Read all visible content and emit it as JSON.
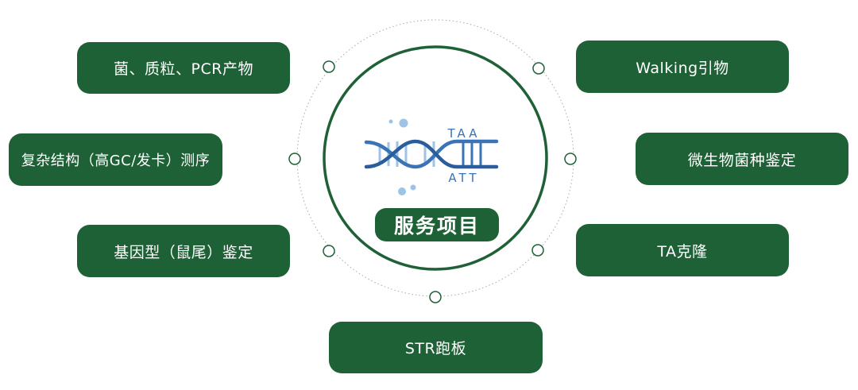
{
  "center": {
    "title": "服务项目",
    "dna_top_label": "TAA",
    "dna_bottom_label": "ATT",
    "icon": "dna-helix-icon"
  },
  "services": [
    "菌、质粒、PCR产物",
    "复杂结构（高GC/发卡）测序",
    "基因型（鼠尾）鉴定",
    "STR跑板",
    "Walking引物",
    "微生物菌种鉴定",
    "TA克隆"
  ],
  "colors": {
    "primary_green": "#1f6136",
    "ring_green": "#1f6136",
    "dna_blue": "#3a73b6",
    "dna_light_blue": "#9dc3e6",
    "background": "#ffffff"
  }
}
